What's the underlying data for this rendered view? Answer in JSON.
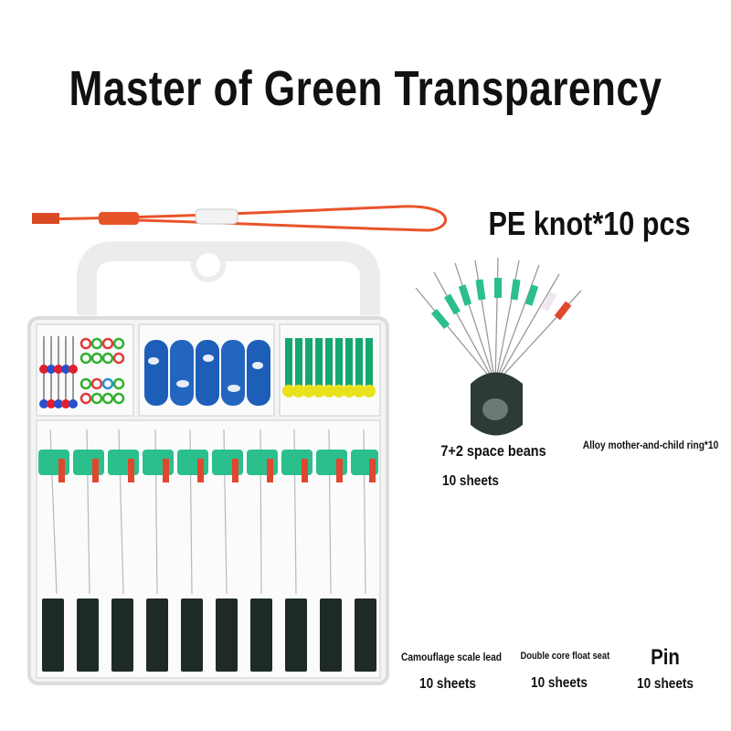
{
  "title": "Master of Green Transparency",
  "labels": {
    "pe_knot": "PE knot*10 pcs",
    "space_beans": "7+2 space beans",
    "space_beans_qty": "10 sheets",
    "alloy_ring": "Alloy mother-and-child ring*10",
    "camouflage_lead": "Camouflage scale lead",
    "camouflage_lead_qty": "10 sheets",
    "float_seat": "Double core float seat",
    "float_seat_qty": "10 sheets",
    "pin": "Pin",
    "pin_qty": "10 sheets"
  },
  "colors": {
    "line_orange": "#e8542a",
    "bead_green": "#2bbf8c",
    "swivel_green": "#2fb02f",
    "float_yellow": "#e9e21a",
    "camo_blue": "#1d5fb8",
    "pin_red": "#e21f2c",
    "spool_dark": "#1e2a26"
  }
}
